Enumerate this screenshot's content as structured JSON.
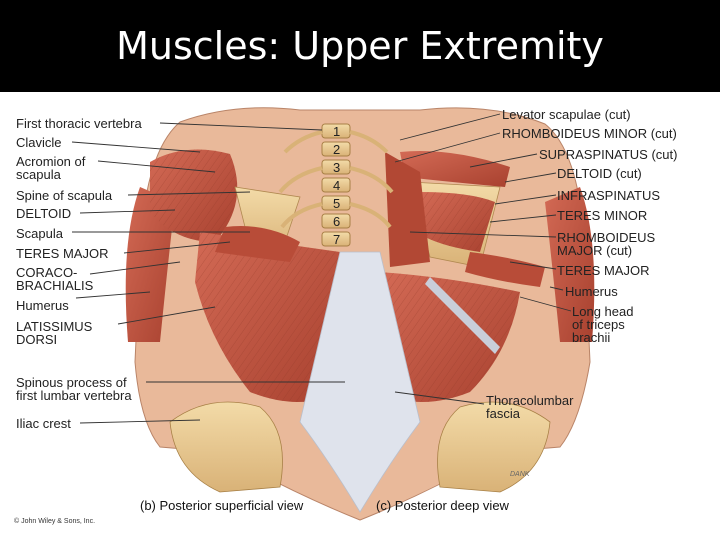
{
  "slide": {
    "title": "Muscles: Upper Extremity"
  },
  "figure": {
    "vertebra_numbers": [
      "1",
      "2",
      "3",
      "4",
      "5",
      "6",
      "7"
    ],
    "left_labels": {
      "first_thoracic_vertebra": "First thoracic vertebra",
      "clavicle": "Clavicle",
      "acromion_1": "Acromion of",
      "acromion_2": "scapula",
      "spine_of_scapula": "Spine of scapula",
      "deltoid": "DELTOID",
      "scapula": "Scapula",
      "teres_major": "TERES MAJOR",
      "coraco_1": "CORACO-",
      "coraco_2": "BRACHIALIS",
      "humerus": "Humerus",
      "latissimus_1": "LATISSIMUS",
      "latissimus_2": "DORSI",
      "spinous_1": "Spinous process of",
      "spinous_2": "first lumbar vertebra",
      "iliac_crest": "Iliac crest"
    },
    "right_labels": {
      "levator_scapulae": "Levator scapulae (cut)",
      "rhomboideus_minor": "RHOMBOIDEUS MINOR (cut)",
      "supraspinatus": "SUPRASPINATUS (cut)",
      "deltoid_cut": "DELTOID (cut)",
      "infraspinatus": "INFRASPINATUS",
      "teres_minor": "TERES MINOR",
      "rhomboideus_major_1": "RHOMBOIDEUS",
      "rhomboideus_major_2": "MAJOR (cut)",
      "teres_major": "TERES MAJOR",
      "humerus": "Humerus",
      "long_head_1": "Long head",
      "long_head_2": "of triceps",
      "long_head_3": "brachii",
      "thoracolumbar_1": "Thoracolumbar",
      "thoracolumbar_2": "fascia"
    },
    "captions": {
      "superficial": "(b) Posterior superficial view",
      "deep": "(c) Posterior deep view"
    },
    "copyright": "© John Wiley & Sons, Inc.",
    "artist_signature": "DANK",
    "colors": {
      "background": "#000000",
      "title_text": "#ffffff",
      "muscle": "#c45a45",
      "bone": "#e8c58a",
      "fascia": "#dfe3ec"
    }
  }
}
